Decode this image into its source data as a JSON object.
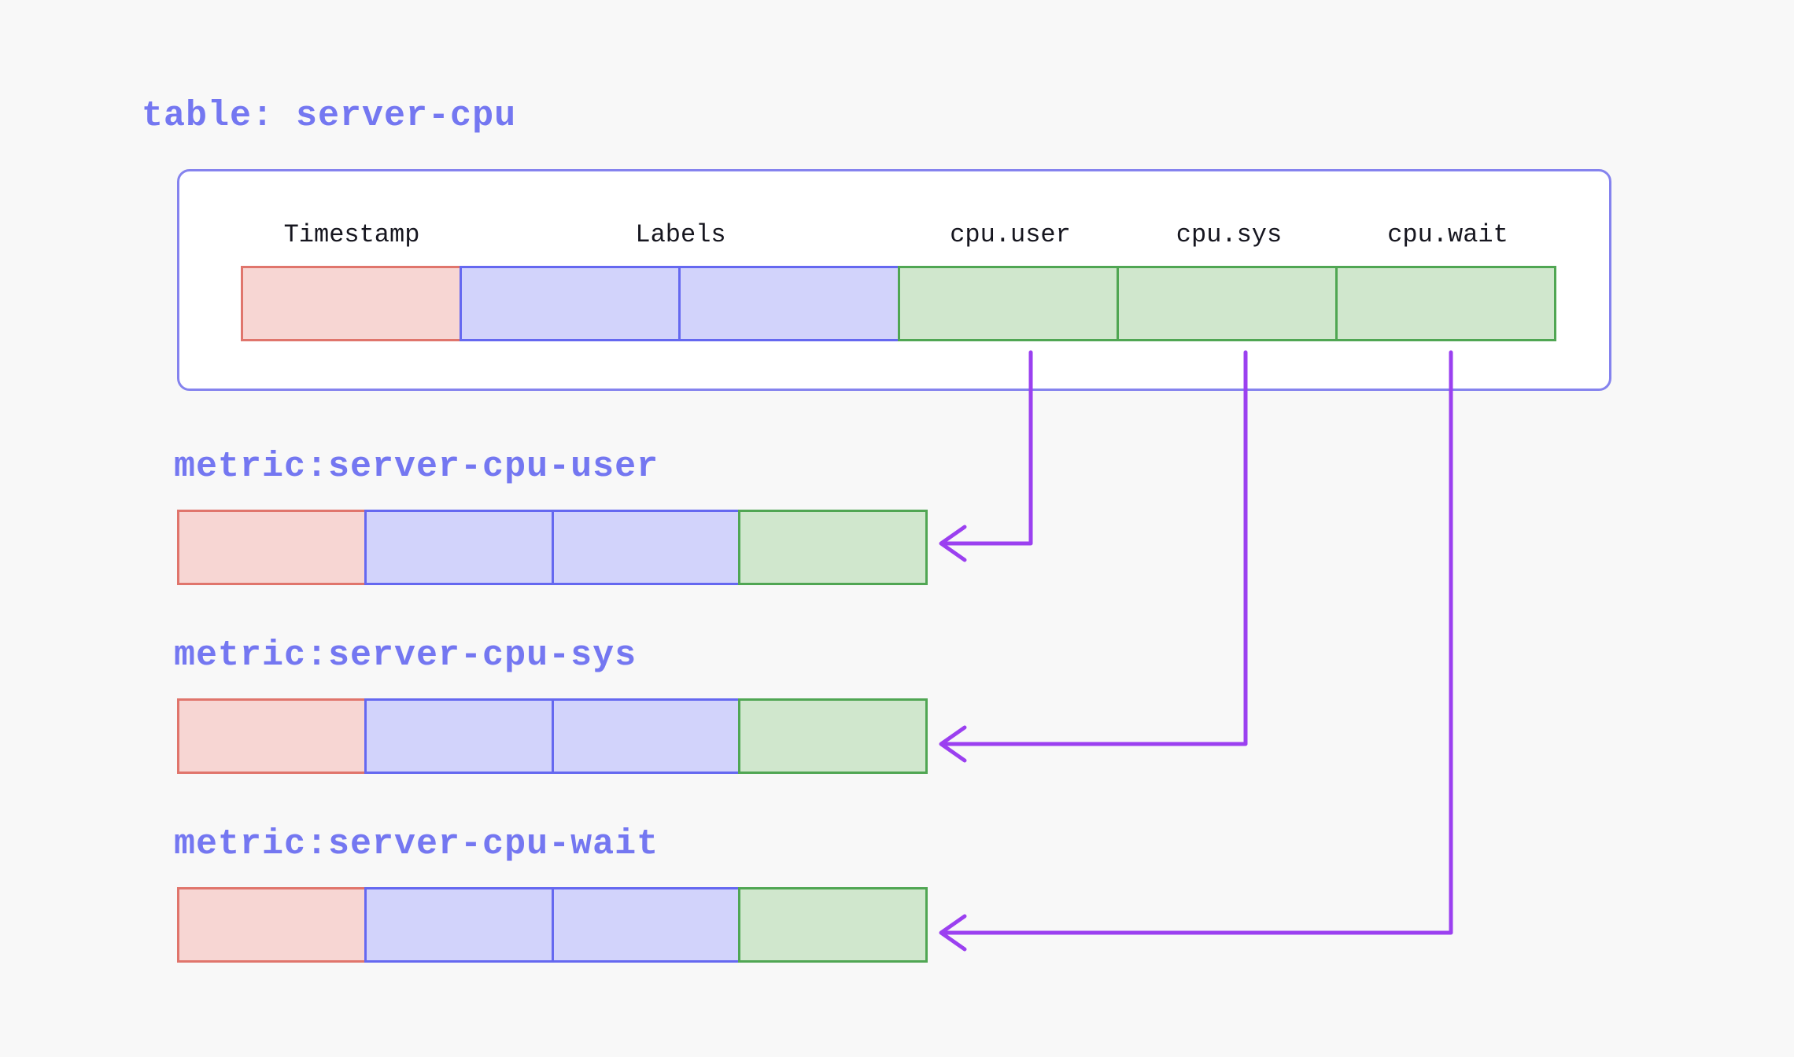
{
  "page": {
    "background_color": "#f8f8f8",
    "kind": "time-series storage schema diagram"
  },
  "table": {
    "title": "table: server-cpu",
    "column_headers": [
      "Timestamp",
      "Labels",
      "cpu.user",
      "cpu.sys",
      "cpu.wait"
    ],
    "row_cell_types": [
      "timestamp",
      "label",
      "label",
      "field",
      "field",
      "field"
    ]
  },
  "metrics": [
    {
      "title": "metric:server-cpu-user",
      "source_column": "cpu.user",
      "row_cell_types": [
        "timestamp",
        "label",
        "label",
        "field"
      ]
    },
    {
      "title": "metric:server-cpu-sys",
      "source_column": "cpu.sys",
      "row_cell_types": [
        "timestamp",
        "label",
        "label",
        "field"
      ]
    },
    {
      "title": "metric:server-cpu-wait",
      "source_column": "cpu.wait",
      "row_cell_types": [
        "timestamp",
        "label",
        "label",
        "field"
      ]
    }
  ],
  "colors": {
    "title_text": "#7477f1",
    "header_text": "#16161f",
    "card_border": "#8583ee",
    "card_background": "#ffffff",
    "timestamp_fill": "#f7d6d3",
    "timestamp_border": "#e0756c",
    "label_fill": "#d2d3fb",
    "label_border": "#6568f0",
    "field_fill": "#d0e7cd",
    "field_border": "#50a653",
    "arrow": "#9b40f0"
  }
}
